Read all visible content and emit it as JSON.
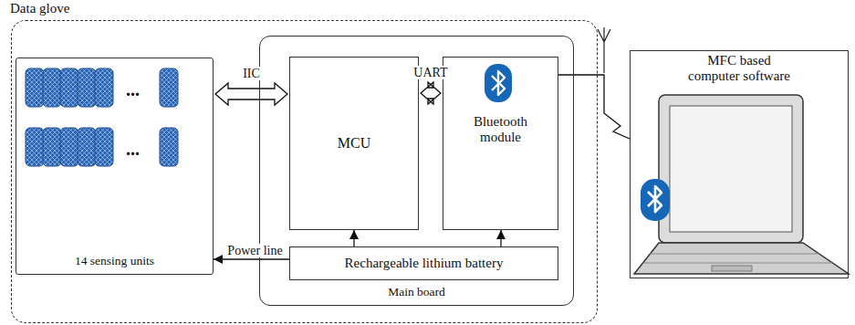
{
  "diagram": {
    "nodes": [
      {
        "text": [
          "Data glove"
        ]
      },
      {
        "text": [
          "14 sensing units"
        ],
        "in": 0
      },
      {
        "text": [
          "Main board"
        ],
        "in": 0
      },
      {
        "text": [
          "MCU"
        ],
        "in": 2
      },
      {
        "text": [
          "Bluetooth module"
        ],
        "in": 2
      },
      {
        "text": [
          "Rechargeable lithium battery"
        ],
        "in": 2
      },
      {
        "text": [
          "MFC based computer software"
        ]
      }
    ],
    "edges": [
      {
        "from": 1,
        "to": 3,
        "label": "IIC",
        "arrow": "both"
      },
      {
        "from": 3,
        "to": 4,
        "label": "UART",
        "arrow": "both"
      },
      {
        "from": 5,
        "to": 3,
        "arrow": "to"
      },
      {
        "from": 5,
        "to": 4,
        "arrow": "to"
      },
      {
        "from": 5,
        "to": 1,
        "label": "Power line",
        "arrow": "to"
      },
      {
        "from": 4,
        "to": 6,
        "arrow": "none"
      }
    ],
    "labels": [
      "...",
      "..."
    ]
  }
}
